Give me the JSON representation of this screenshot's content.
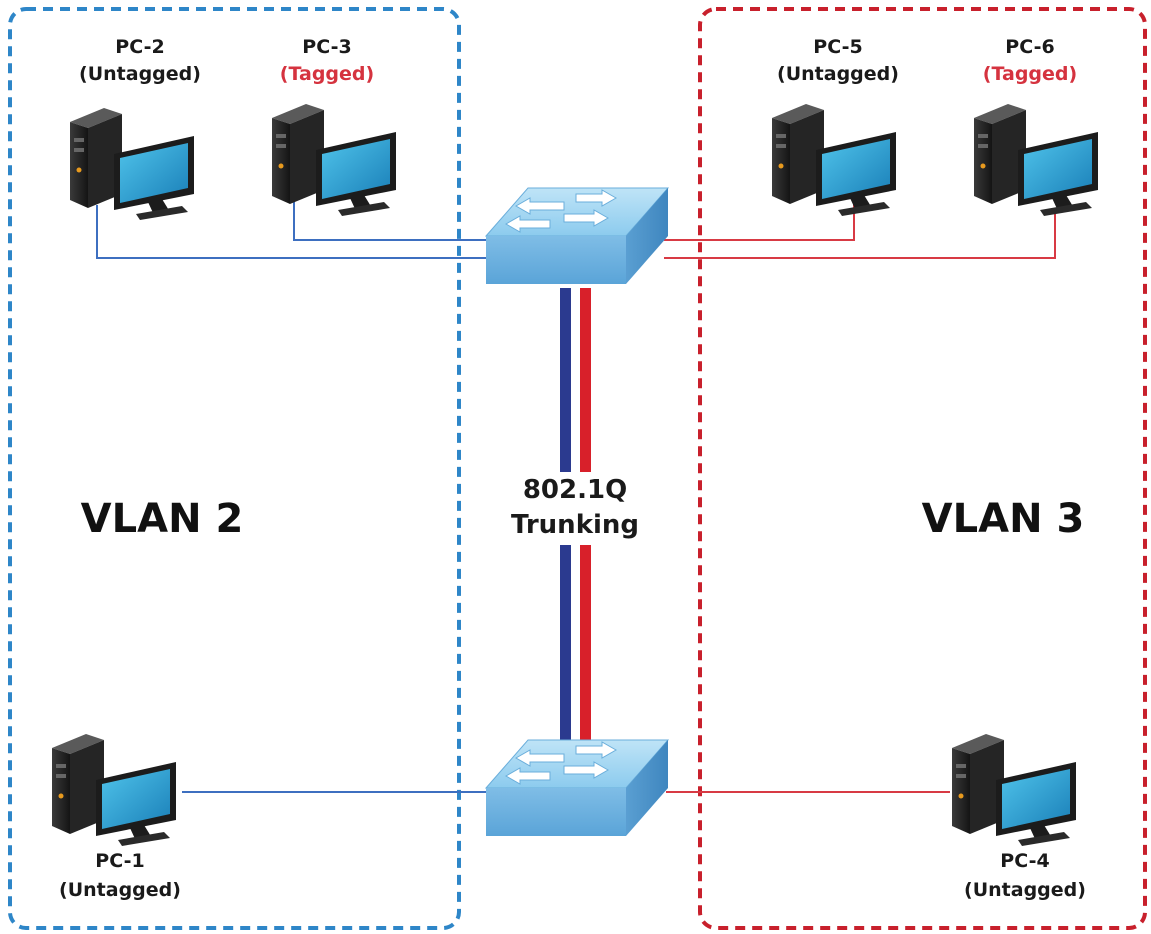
{
  "vlans": {
    "left": {
      "label": "VLAN 2",
      "color": "#2e86c8"
    },
    "right": {
      "label": "VLAN 3",
      "color": "#c8202c"
    }
  },
  "trunk": {
    "line1": "802.1Q",
    "line2": "Trunking",
    "color_a": "#2b3a8f",
    "color_b": "#d8202a"
  },
  "pcs": [
    {
      "id": "pc2",
      "name": "PC-2",
      "mode": "(Untagged)",
      "tagged": false,
      "vlan": "VLAN 2"
    },
    {
      "id": "pc3",
      "name": "PC-3",
      "mode": "(Tagged)",
      "tagged": true,
      "vlan": "VLAN 2"
    },
    {
      "id": "pc5",
      "name": "PC-5",
      "mode": "(Untagged)",
      "tagged": false,
      "vlan": "VLAN 3"
    },
    {
      "id": "pc6",
      "name": "PC-6",
      "mode": "(Tagged)",
      "tagged": true,
      "vlan": "VLAN 3"
    },
    {
      "id": "pc1",
      "name": "PC-1",
      "mode": "(Untagged)",
      "tagged": false,
      "vlan": "VLAN 2"
    },
    {
      "id": "pc4",
      "name": "PC-4",
      "mode": "(Untagged)",
      "tagged": false,
      "vlan": "VLAN 3"
    }
  ],
  "colors": {
    "vlan2_link": "#3d6fc0",
    "vlan3_link": "#d83a44",
    "tagged_text": "#d5333f",
    "switch_fill": "#7fc0e8"
  },
  "icons": [
    "pc-icon",
    "switch-icon"
  ]
}
